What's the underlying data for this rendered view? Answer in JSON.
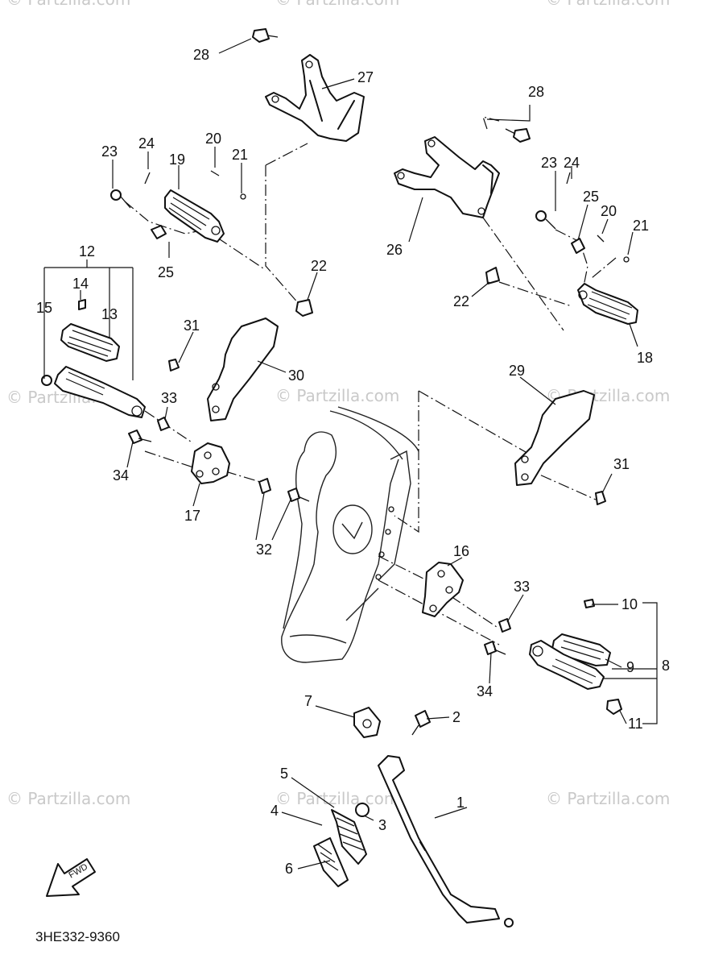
{
  "diagram_code": "3HE332-9360",
  "fwd_label": "FWD",
  "watermark": "© Partzilla.com",
  "callouts": {
    "c1": "1",
    "c2": "2",
    "c3": "3",
    "c4": "4",
    "c5": "5",
    "c6": "6",
    "c7": "7",
    "c8": "8",
    "c9": "9",
    "c10": "10",
    "c11": "11",
    "c12": "12",
    "c13": "13",
    "c14": "14",
    "c15": "15",
    "c16": "16",
    "c17": "17",
    "c18": "18",
    "c19": "19",
    "c20_left": "20",
    "c20_right": "20",
    "c21_left": "21",
    "c21_right": "21",
    "c22_left": "22",
    "c22_right": "22",
    "c23_left": "23",
    "c23_right": "23",
    "c24_left": "24",
    "c24_right": "24",
    "c25_left": "25",
    "c25_right": "25",
    "c26": "26",
    "c27": "27",
    "c28_left": "28",
    "c28_right": "28",
    "c29": "29",
    "c30": "30",
    "c31_left": "31",
    "c31_right": "31",
    "c32": "32",
    "c33_left": "33",
    "c33_right": "33",
    "c34_left": "34",
    "c34_right": "34"
  }
}
